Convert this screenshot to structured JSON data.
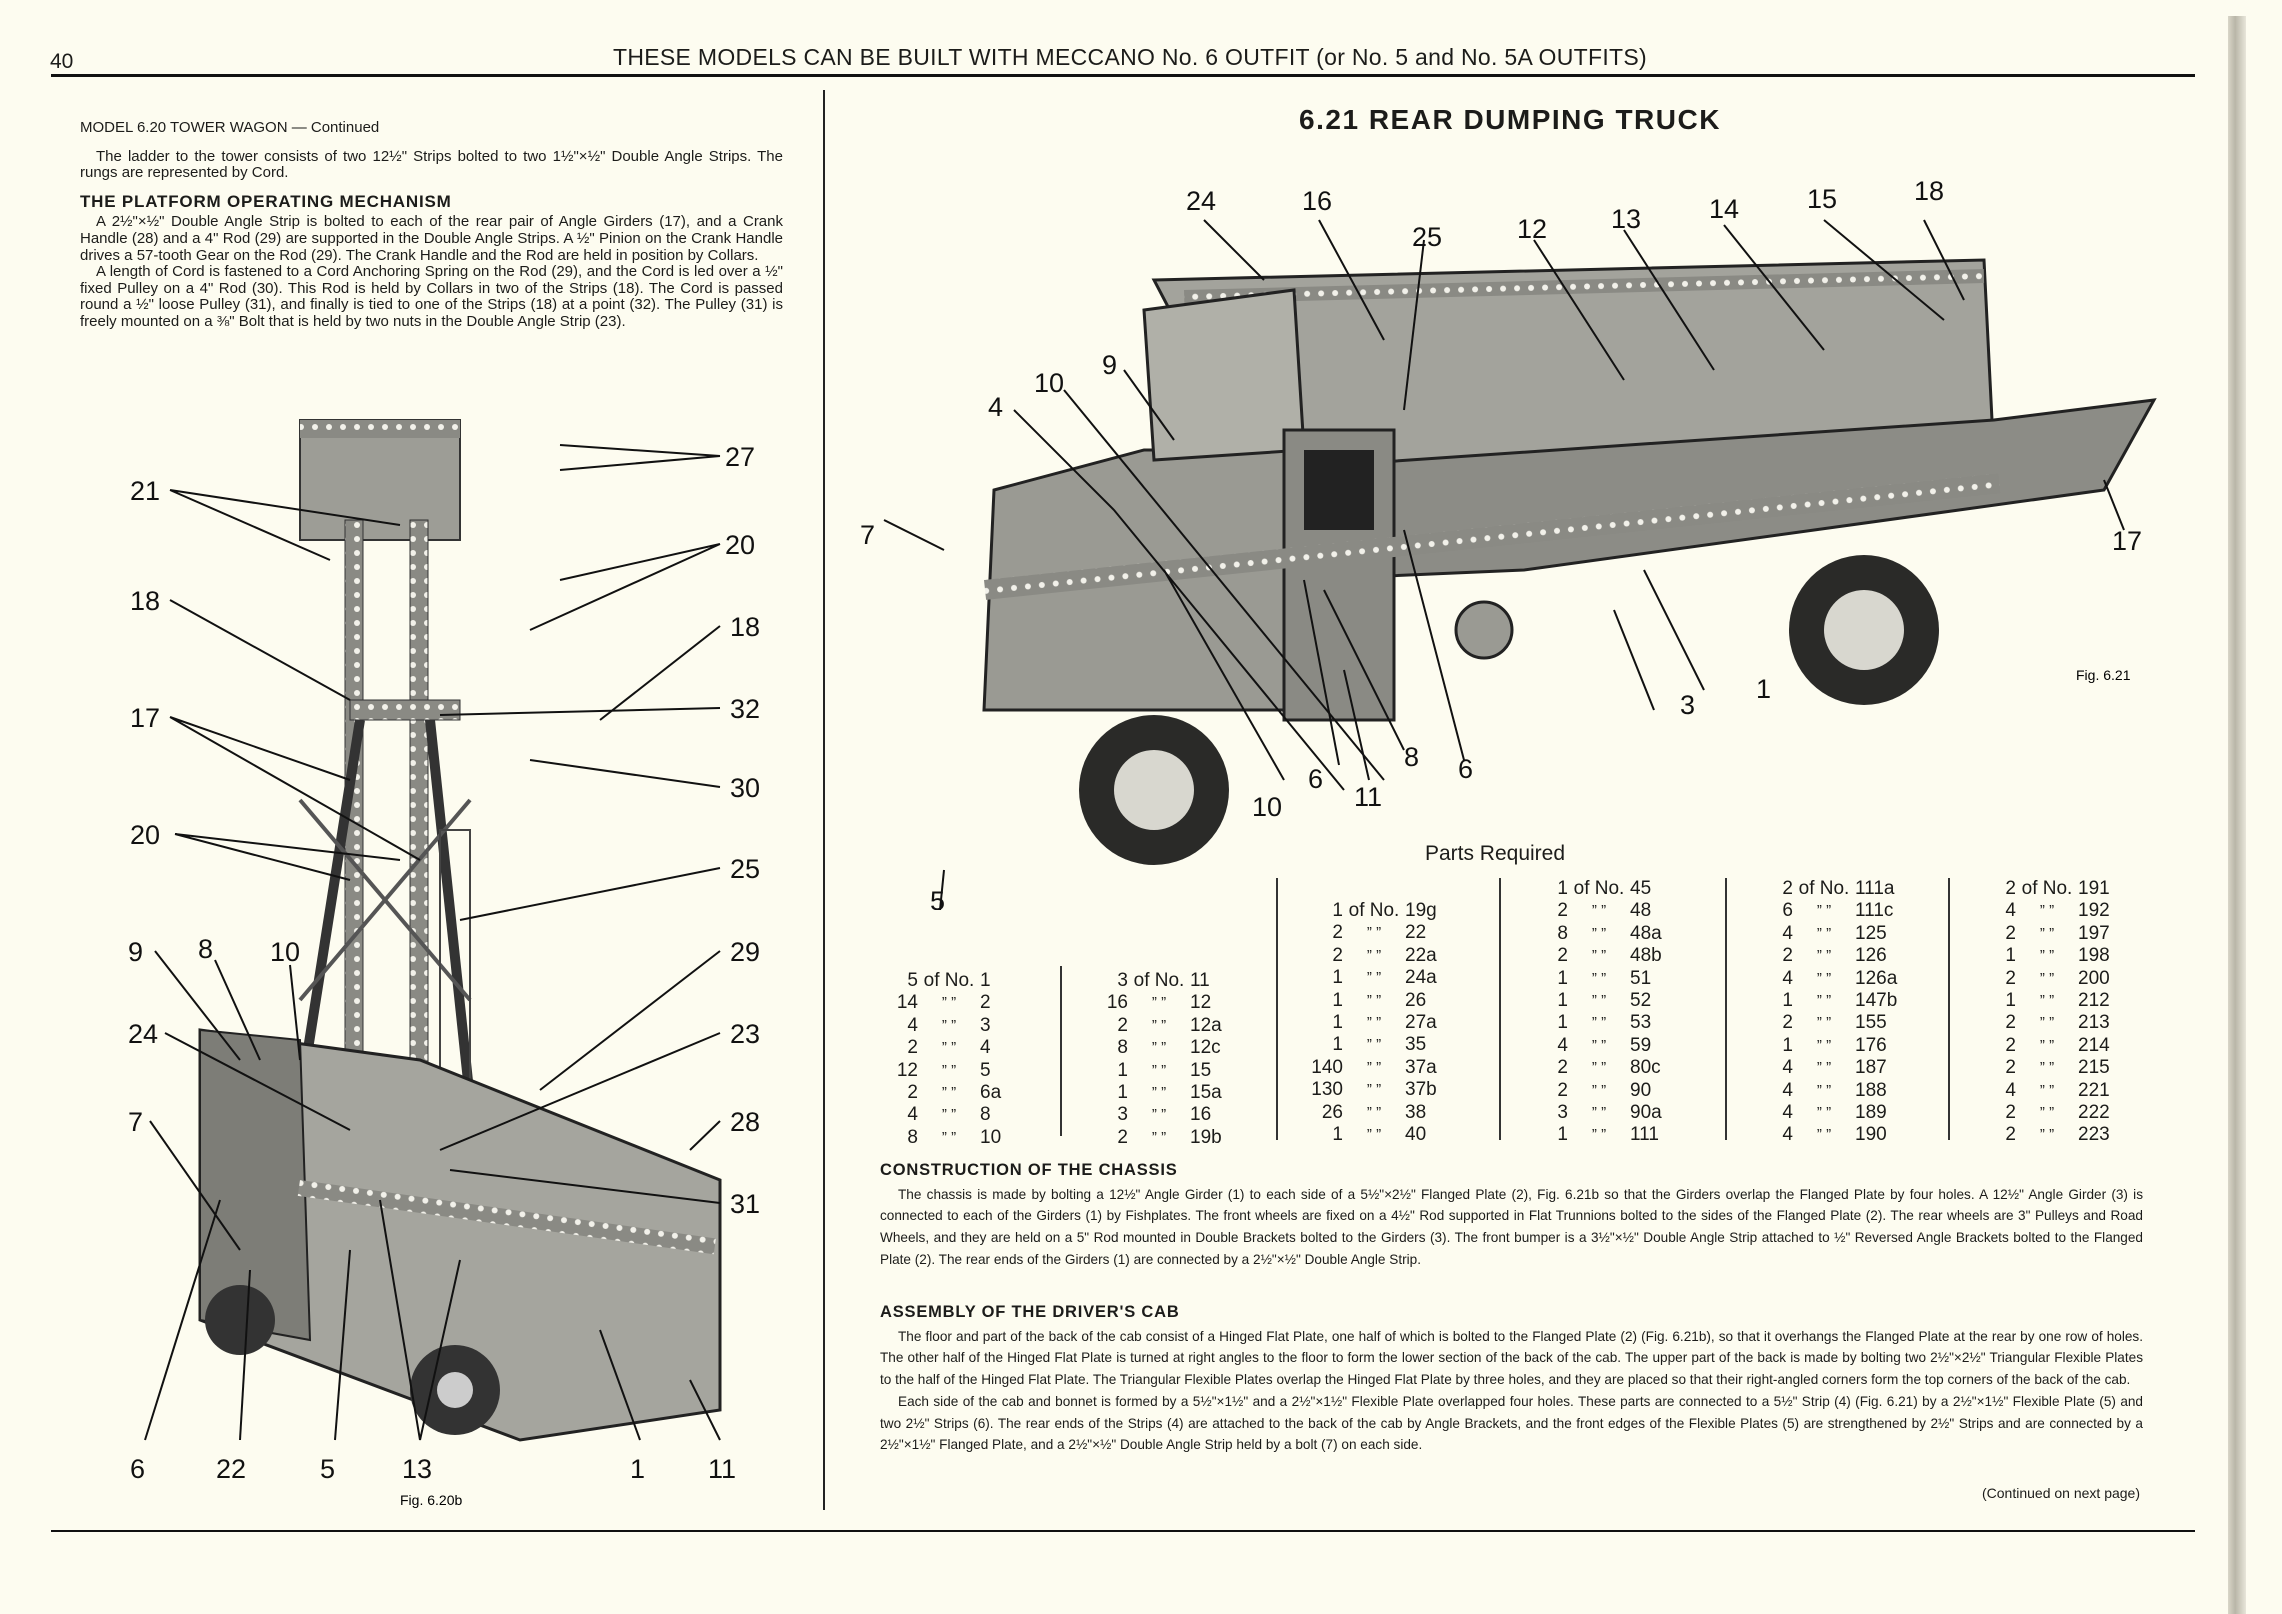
{
  "header": {
    "page_number": "40",
    "running_title": "THESE MODELS CAN BE BUILT WITH MECCANO No. 6 OUTFIT (or No. 5 and No. 5A OUTFITS)"
  },
  "left": {
    "model_heading": "MODEL 6.20  TOWER WAGON — Continued",
    "intro": "The ladder to the tower consists of two 12½\" Strips bolted to two 1½\"×½\" Double Angle Strips. The rungs are represented by Cord.",
    "section_heading": "THE PLATFORM OPERATING MECHANISM",
    "para1": "A 2½\"×½\" Double Angle Strip is bolted to each of the rear pair of Angle Girders (17), and a Crank Handle (28) and a 4\" Rod (29) are supported in the Double Angle Strips. A ½\" Pinion on the Crank Handle drives a 57-tooth Gear on the Rod (29). The Crank Handle and the Rod are held in position by Collars.",
    "para2": "A length of Cord is fastened to a Cord Anchoring Spring on the Rod (29), and the Cord is led over a ½\" fixed Pulley on a 4\" Rod (30). This Rod is held by Collars in two of the Strips (18). The Cord is passed round a ½\" loose Pulley (31), and finally is tied to one of the Strips (18) at a point (32). The Pulley (31) is freely mounted on a ⅜\" Bolt that is held by two nuts in the Double Angle Strip (23).",
    "figure_caption": "Fig. 6.20b",
    "callouts": [
      "21",
      "27",
      "20",
      "18",
      "18",
      "17",
      "32",
      "30",
      "20",
      "25",
      "9",
      "8",
      "10",
      "29",
      "24",
      "23",
      "7",
      "28",
      "31",
      "6",
      "22",
      "5",
      "13",
      "1",
      "11"
    ]
  },
  "right": {
    "title": "6.21  REAR DUMPING TRUCK",
    "figure_caption": "Fig. 6.21",
    "callouts": [
      "24",
      "16",
      "25",
      "12",
      "13",
      "14",
      "15",
      "18",
      "9",
      "10",
      "4",
      "7",
      "17",
      "3",
      "1",
      "8",
      "6",
      "6",
      "11",
      "10",
      "5"
    ],
    "parts": {
      "title": "Parts Required",
      "of_no": "of No.",
      "ditto": "”   ”",
      "columns": [
        [
          {
            "q": "5",
            "n": "1"
          },
          {
            "q": "14",
            "n": "2"
          },
          {
            "q": "4",
            "n": "3"
          },
          {
            "q": "2",
            "n": "4"
          },
          {
            "q": "12",
            "n": "5"
          },
          {
            "q": "2",
            "n": "6a"
          },
          {
            "q": "4",
            "n": "8"
          },
          {
            "q": "8",
            "n": "10"
          }
        ],
        [
          {
            "q": "3",
            "n": "11"
          },
          {
            "q": "16",
            "n": "12"
          },
          {
            "q": "2",
            "n": "12a"
          },
          {
            "q": "8",
            "n": "12c"
          },
          {
            "q": "1",
            "n": "15"
          },
          {
            "q": "1",
            "n": "15a"
          },
          {
            "q": "3",
            "n": "16"
          },
          {
            "q": "2",
            "n": "19b"
          }
        ],
        [
          {
            "q": "1",
            "n": "19g"
          },
          {
            "q": "2",
            "n": "22"
          },
          {
            "q": "2",
            "n": "22a"
          },
          {
            "q": "1",
            "n": "24a"
          },
          {
            "q": "1",
            "n": "26"
          },
          {
            "q": "1",
            "n": "27a"
          },
          {
            "q": "1",
            "n": "35"
          },
          {
            "q": "140",
            "n": "37a"
          },
          {
            "q": "130",
            "n": "37b"
          },
          {
            "q": "26",
            "n": "38"
          },
          {
            "q": "1",
            "n": "40"
          }
        ],
        [
          {
            "q": "1",
            "n": "45"
          },
          {
            "q": "2",
            "n": "48"
          },
          {
            "q": "8",
            "n": "48a"
          },
          {
            "q": "2",
            "n": "48b"
          },
          {
            "q": "1",
            "n": "51"
          },
          {
            "q": "1",
            "n": "52"
          },
          {
            "q": "1",
            "n": "53"
          },
          {
            "q": "4",
            "n": "59"
          },
          {
            "q": "2",
            "n": "80c"
          },
          {
            "q": "2",
            "n": "90"
          },
          {
            "q": "3",
            "n": "90a"
          },
          {
            "q": "1",
            "n": "111"
          }
        ],
        [
          {
            "q": "2",
            "n": "111a"
          },
          {
            "q": "6",
            "n": "111c"
          },
          {
            "q": "4",
            "n": "125"
          },
          {
            "q": "2",
            "n": "126"
          },
          {
            "q": "4",
            "n": "126a"
          },
          {
            "q": "1",
            "n": "147b"
          },
          {
            "q": "2",
            "n": "155"
          },
          {
            "q": "1",
            "n": "176"
          },
          {
            "q": "4",
            "n": "187"
          },
          {
            "q": "4",
            "n": "188"
          },
          {
            "q": "4",
            "n": "189"
          },
          {
            "q": "4",
            "n": "190"
          }
        ],
        [
          {
            "q": "2",
            "n": "191"
          },
          {
            "q": "4",
            "n": "192"
          },
          {
            "q": "2",
            "n": "197"
          },
          {
            "q": "1",
            "n": "198"
          },
          {
            "q": "2",
            "n": "200"
          },
          {
            "q": "1",
            "n": "212"
          },
          {
            "q": "2",
            "n": "213"
          },
          {
            "q": "2",
            "n": "214"
          },
          {
            "q": "2",
            "n": "215"
          },
          {
            "q": "4",
            "n": "221"
          },
          {
            "q": "2",
            "n": "222"
          },
          {
            "q": "2",
            "n": "223"
          }
        ]
      ]
    },
    "chassis": {
      "heading": "CONSTRUCTION OF THE CHASSIS",
      "body": "The chassis is made by bolting a 12½\" Angle Girder (1) to each side of a 5½\"×2½\" Flanged Plate (2), Fig. 6.21b so that the Girders overlap the Flanged Plate by four holes. A 12½\" Angle Girder (3) is connected to each of the Girders (1) by Fishplates. The front wheels are fixed on a 4½\" Rod supported in Flat Trunnions bolted to the sides of the Flanged Plate (2). The rear wheels are 3\" Pulleys and Road Wheels, and they are held on a 5\" Rod mounted in Double Brackets bolted to the Girders (3). The front bumper is a 3½\"×½\" Double Angle Strip attached to ½\" Reversed Angle Brackets bolted to the Flanged Plate (2). The rear ends of the Girders (1) are connected by a 2½\"×½\" Double Angle Strip."
    },
    "cab": {
      "heading": "ASSEMBLY OF THE DRIVER'S CAB",
      "para1": "The floor and part of the back of the cab consist of a Hinged Flat Plate, one half of which is bolted to the Flanged Plate (2) (Fig. 6.21b), so that it overhangs the Flanged Plate at the rear by one row of holes. The other half of the Hinged Flat Plate is turned at right angles to the floor to form the lower section of the back of the cab. The upper part of the back is made by bolting two 2½\"×2½\" Triangular Flexible Plates to the half of the Hinged Flat Plate. The Triangular Flexible Plates overlap the Hinged Flat Plate by three holes, and they are placed so that their right-angled corners form the top corners of the back of the cab.",
      "para2": "Each side of the cab and bonnet is formed by a 5½\"×1½\" and a 2½\"×1½\" Flexible Plate overlapped four holes. These parts are connected to a 5½\" Strip (4) (Fig. 6.21) by a 2½\"×1½\" Flexible Plate (5) and two 2½\" Strips (6). The rear ends of the Strips (4) are attached to the back of the cab by Angle Brackets, and the front edges of the Flexible Plates (5) are strengthened by 2½\" Strips and are connected by a 2½\"×1½\" Flanged Plate, and a 2½\"×½\" Double Angle Strip held by a bolt (7) on each side.",
      "continued": "(Continued on next page)"
    }
  }
}
